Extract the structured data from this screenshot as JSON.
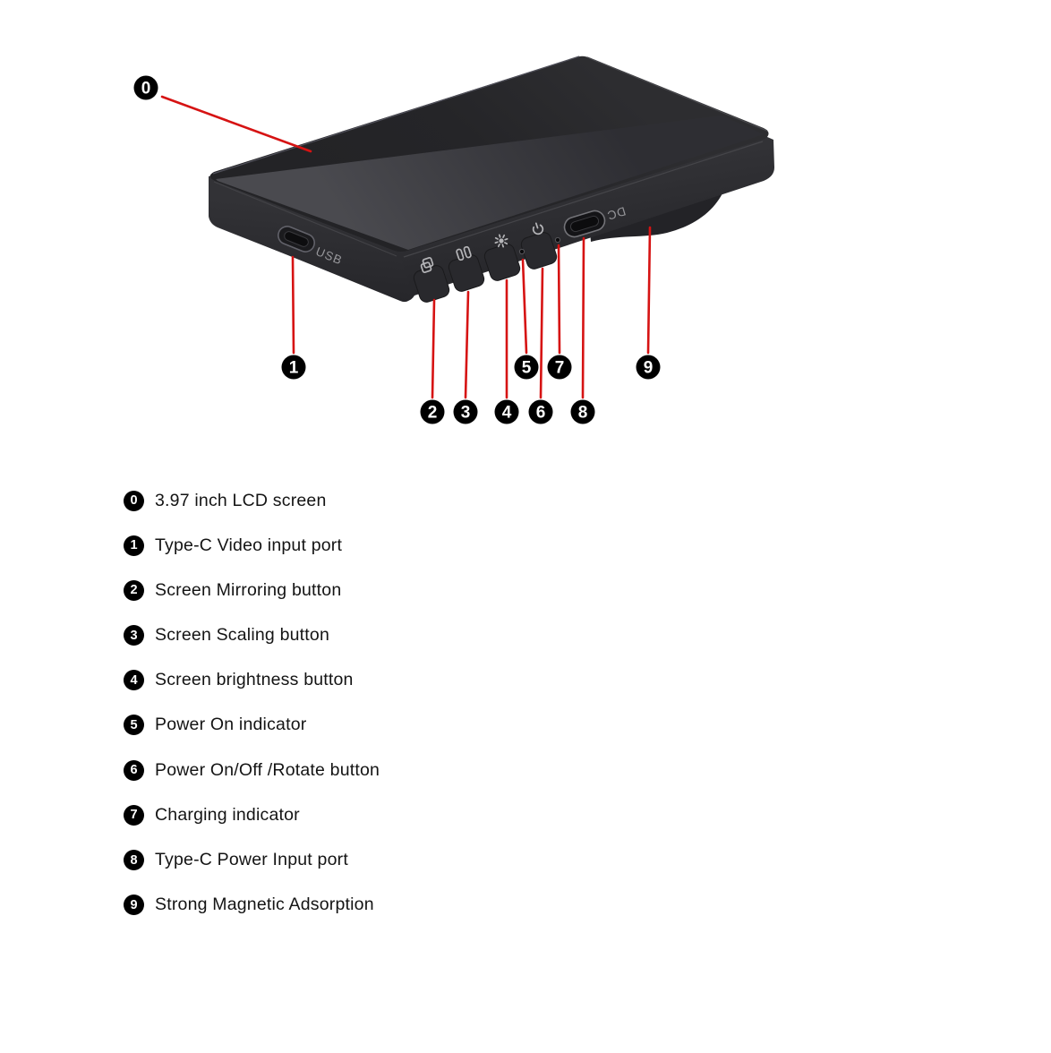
{
  "document": {
    "type": "product-feature-diagram",
    "background": "#ffffff"
  },
  "device": {
    "name": "portable LCD monitor",
    "usb_port_label": "USB",
    "dc_port_label": "DC",
    "body_color": "#2a2a2e",
    "screen_color": "#28282b",
    "screen_reflection_color": "#3c3c40",
    "icon_names": [
      "screen-mirroring-icon",
      "screen-scaling-icon",
      "brightness-sun-icon",
      "power-icon",
      "usb-c-port",
      "dc-type-c-port",
      "power-led-hole",
      "charging-led-hole",
      "magnetic-bump"
    ]
  },
  "callouts": {
    "line_color": "#d61313",
    "marker_bg": "#000000",
    "marker_fg": "#ffffff",
    "numbers": [
      "0",
      "1",
      "2",
      "3",
      "4",
      "5",
      "6",
      "7",
      "8",
      "9"
    ]
  },
  "legend": {
    "items": [
      {
        "number": "0",
        "label": "3.97 inch LCD screen"
      },
      {
        "number": "1",
        "label": "Type-C Video input port"
      },
      {
        "number": "2",
        "label": "Screen Mirroring button"
      },
      {
        "number": "3",
        "label": "Screen Scaling button"
      },
      {
        "number": "4",
        "label": "Screen brightness button"
      },
      {
        "number": "5",
        "label": "Power On indicator"
      },
      {
        "number": "6",
        "label": "Power On/Off /Rotate button"
      },
      {
        "number": "7",
        "label": "Charging indicator"
      },
      {
        "number": "8",
        "label": "Type-C Power Input port"
      },
      {
        "number": "9",
        "label": "Strong Magnetic Adsorption"
      }
    ]
  }
}
